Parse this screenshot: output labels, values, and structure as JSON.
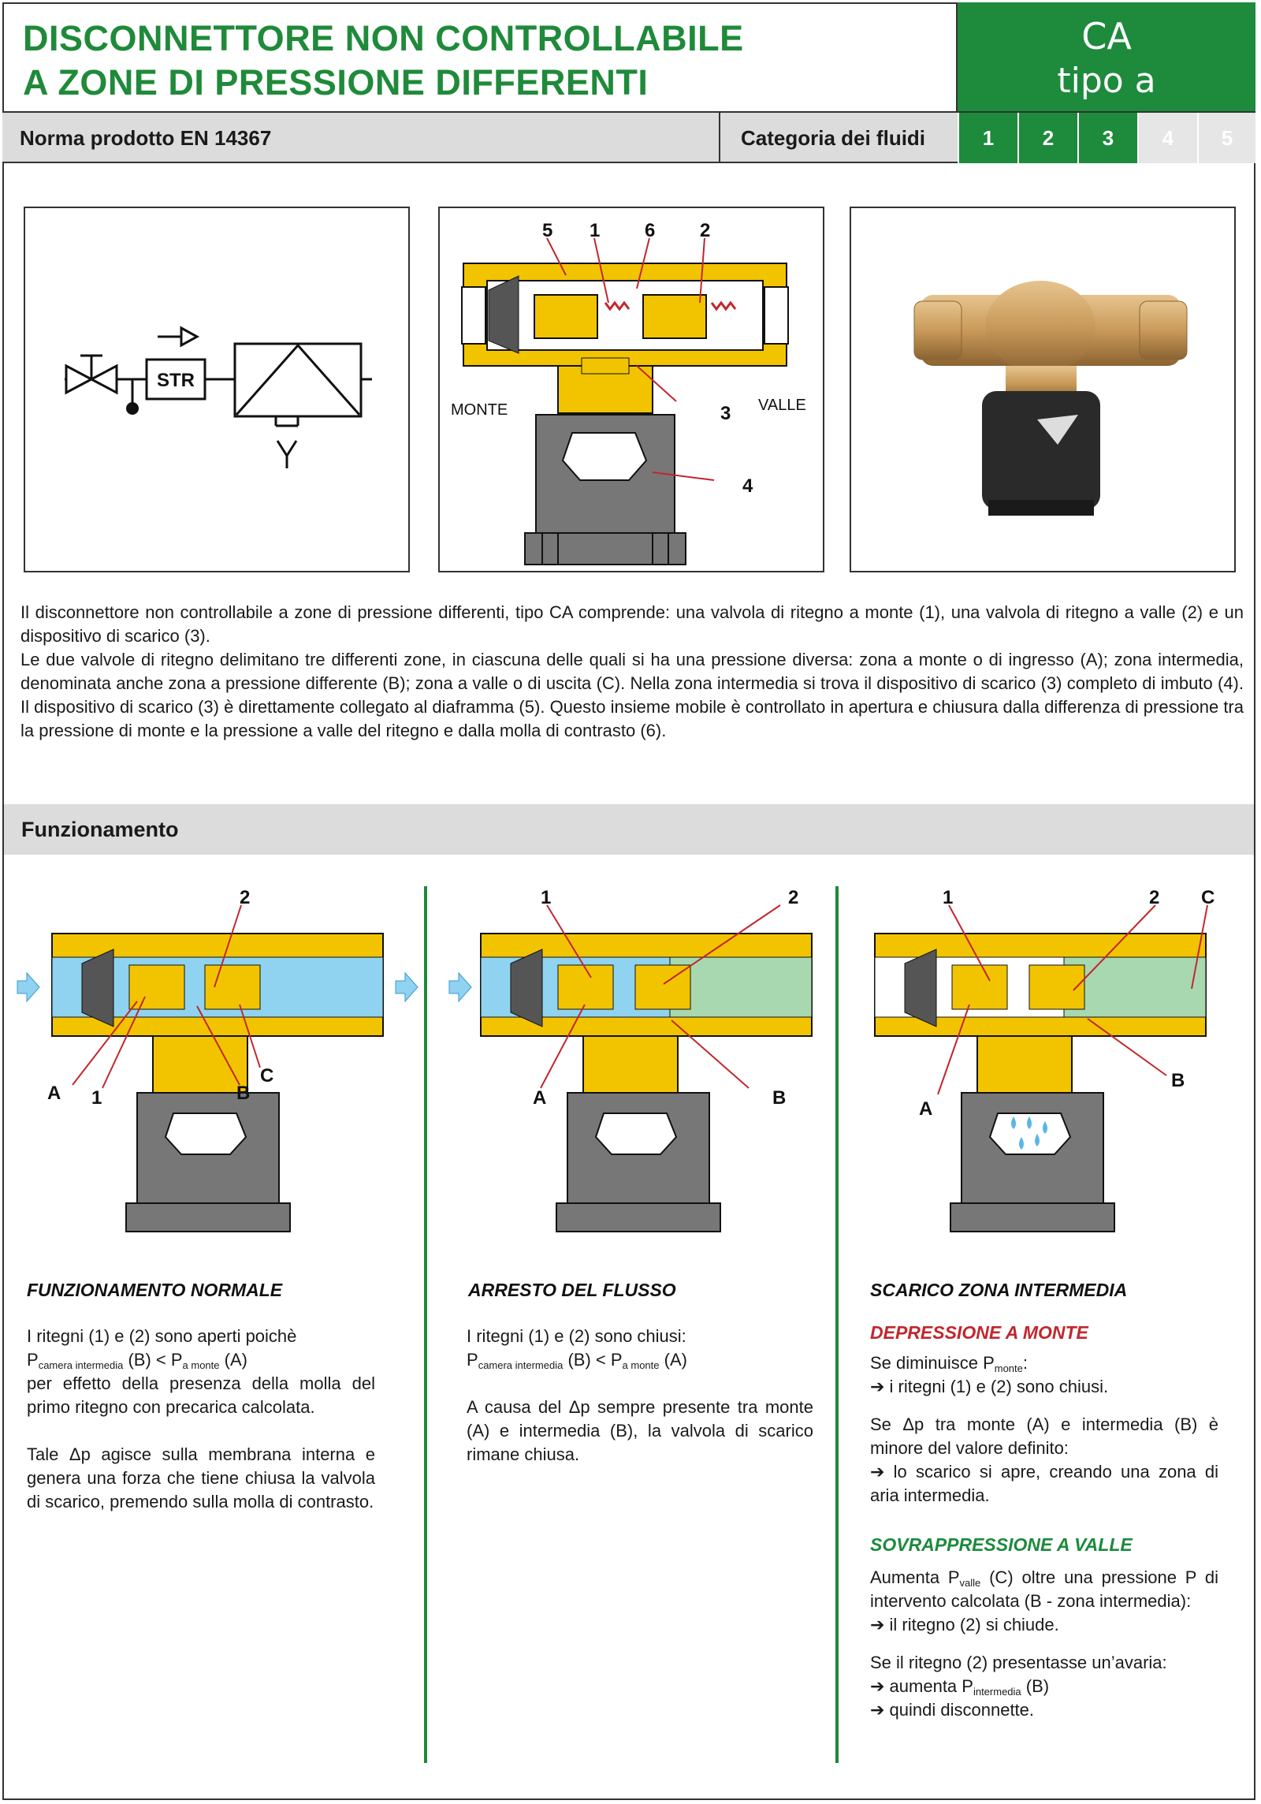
{
  "header": {
    "title_line1": "DISCONNETTORE NON CONTROLLABILE",
    "title_line2": "A ZONE DI PRESSIONE DIFFERENTI",
    "code": "CA",
    "code_type": "tipo a",
    "norm": "Norma prodotto EN 14367",
    "category_label": "Categoria dei fluidi",
    "categories": [
      {
        "label": "1",
        "active": true
      },
      {
        "label": "2",
        "active": true
      },
      {
        "label": "3",
        "active": true
      },
      {
        "label": "4",
        "active": false
      },
      {
        "label": "5",
        "active": false
      }
    ]
  },
  "symbol": {
    "box_label": "STR"
  },
  "section_diagram": {
    "callouts": [
      "5",
      "1",
      "6",
      "2",
      "3",
      "4"
    ],
    "upstream_label": "MONTE",
    "downstream_label": "VALLE"
  },
  "intro": {
    "p1": "Il disconnettore non controllabile a zone di pressione differenti, tipo CA comprende: una valvola di ritegno a monte (1), una valvola di ritegno a valle (2) e un dispositivo di scarico (3).",
    "p2": "Le due valvole di ritegno delimitano tre differenti zone, in ciascuna delle quali si ha una pressione diversa: zona a monte o di ingresso (A); zona intermedia, denominata anche zona a pressione differente (B); zona a valle o di uscita (C). Nella zona intermedia si trova il dispositivo di scarico (3) completo di imbuto (4). Il dispositivo di scarico (3) è direttamente collegato al diaframma (5). Questo insieme mobile è controllato in apertura e chiusura dalla differenza di pressione tra la pressione di monte e la pressione a valle del ritegno e dalla molla di contrasto (6)."
  },
  "section": {
    "title": "Funzionamento"
  },
  "diagram_labels": {
    "d1": {
      "n2": "2",
      "a": "A",
      "n1": "1",
      "b": "B",
      "c": "C"
    },
    "d2": {
      "n1": "1",
      "n2": "2",
      "a": "A",
      "b": "B"
    },
    "d3": {
      "n1": "1",
      "n2": "2",
      "c": "C",
      "a": "A",
      "b": "B"
    }
  },
  "col1": {
    "heading": "FUNZIONAMENTO NORMALE",
    "l1": "I ritegni (1) e (2) sono aperti poichè",
    "p_a": "P",
    "p_a_sub": "camera intermedia",
    "p_b": " (B) < P",
    "p_b_sub": "a monte",
    "p_c": " (A)",
    "l3": "per effetto della presenza della molla del primo ritegno con precarica calcolata.",
    "l4": "Tale Δp agisce sulla membrana interna e genera una forza che tiene chiusa la valvola di scarico, premendo sulla molla di contrasto."
  },
  "col2": {
    "heading": "ARRESTO DEL FLUSSO",
    "l1": "I ritegni (1) e (2) sono chiusi:",
    "p_a": "P",
    "p_a_sub": "camera intermedia",
    "p_b": " (B) < P",
    "p_b_sub": "a monte",
    "p_c": " (A)",
    "l3": "A causa del Δp sempre presente tra monte (A) e intermedia (B), la valvola di scarico rimane chiusa."
  },
  "col3": {
    "heading": "SCARICO ZONA INTERMEDIA",
    "sub1": "DEPRESSIONE A MONTE",
    "s1_a": "Se diminuisce P",
    "s1_a_sub": "monte",
    "s1_a_end": ":",
    "s1_b": "➔ i ritegni (1) e (2) sono chiusi.",
    "s1_c": "Se Δp tra monte (A) e intermedia (B) è minore del valore definito:",
    "s1_d": "➔ lo scarico si apre, creando una zona di aria intermedia.",
    "sub2": "SOVRAPPRESSIONE A VALLE",
    "s2_a": "Aumenta P",
    "s2_a_sub": "valle",
    "s2_a_end": " (C) oltre una pressione P di intervento calcolata (B - zona intermedia):",
    "s2_b": "➔ il ritegno (2) si chiude.",
    "s2_c": "Se il ritegno (2) presentasse un’avaria:",
    "s2_d": "➔ aumenta P",
    "s2_d_sub": "intermedia",
    "s2_d_end": " (B)",
    "s2_e": "➔ quindi disconnette."
  },
  "colors": {
    "green": "#1d8a3c",
    "title_green": "#1f8a3a",
    "gray_bar": "#dcdcdc",
    "red": "#c1272d",
    "brass": "#f2c400",
    "water_blue": "#8fd3f0",
    "water_green": "#a8d8b0"
  }
}
